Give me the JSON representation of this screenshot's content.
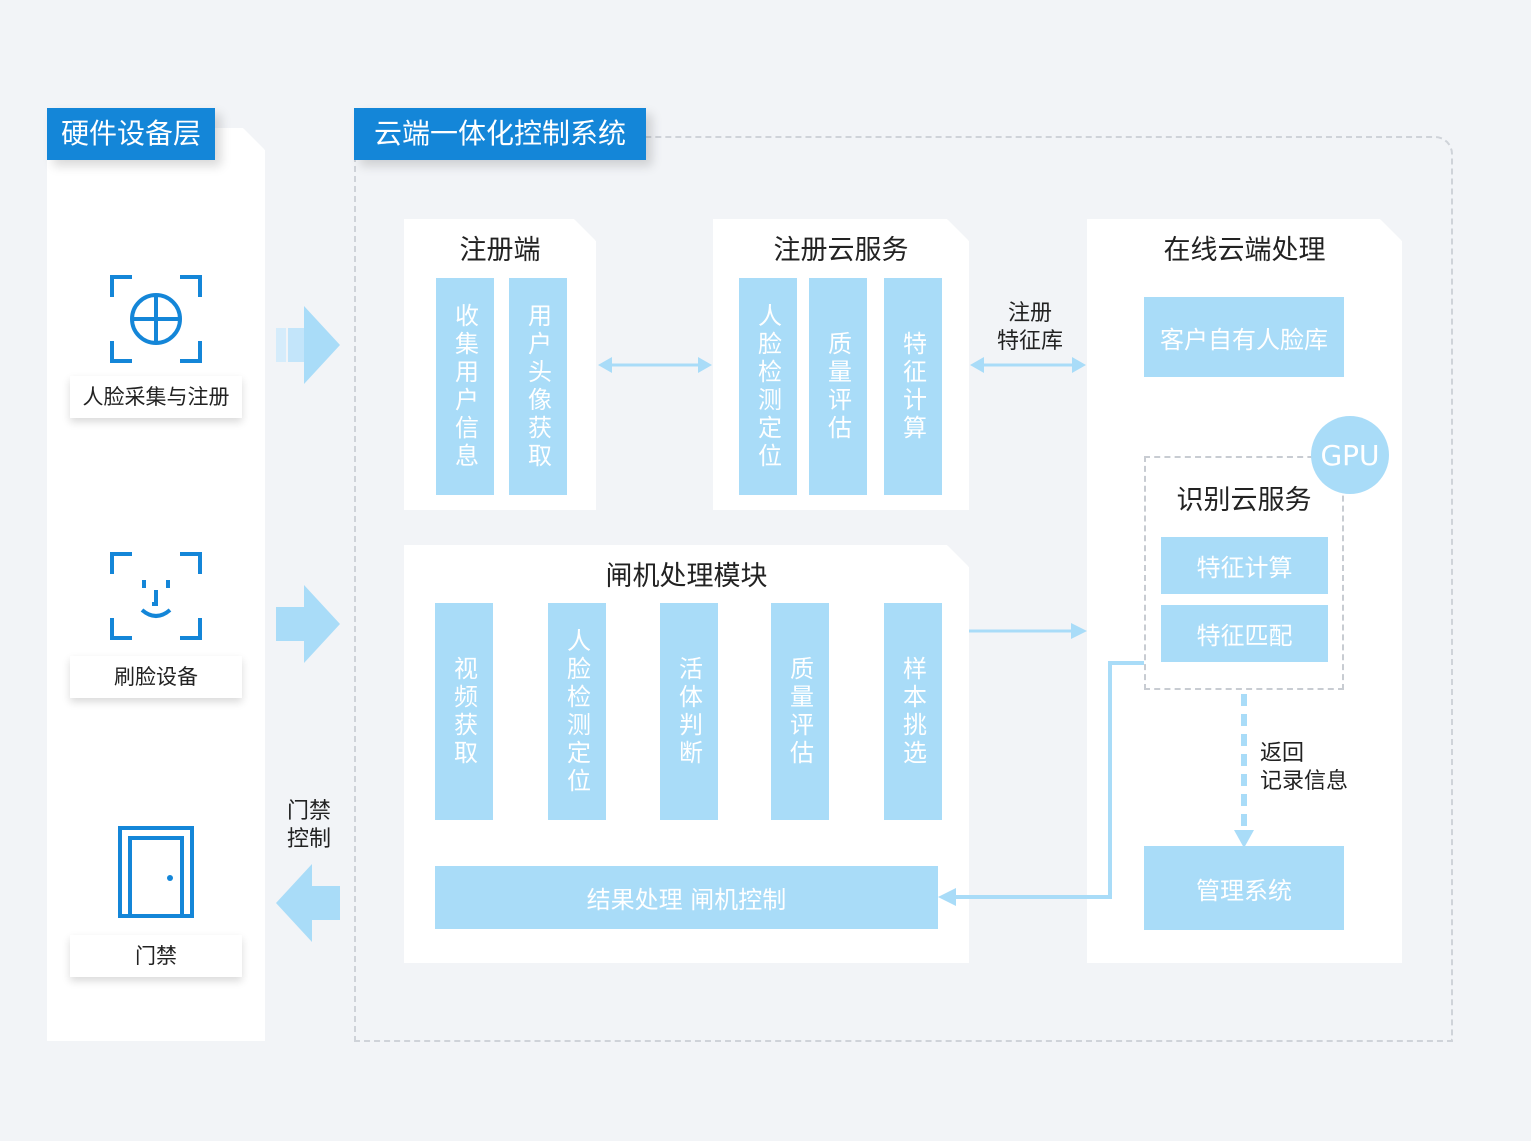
{
  "hardware": {
    "title": "硬件设备层",
    "devices": [
      {
        "label": "人脸采集与注册",
        "icon": "face-capture-icon"
      },
      {
        "label": "刷脸设备",
        "icon": "face-scan-icon"
      },
      {
        "label": "门禁",
        "icon": "door-icon"
      }
    ],
    "access_control_note": "门禁\n控制"
  },
  "cloud": {
    "title": "云端一体化控制系统",
    "register_client": {
      "title": "注册端",
      "columns": [
        "收集用户信息",
        "用户头像获取"
      ]
    },
    "register_service": {
      "title": "注册云服务",
      "columns": [
        "人脸检测定位",
        "质量评估",
        "特征计算"
      ]
    },
    "register_feature_note": "注册\n特征库",
    "online": {
      "title": "在线云端处理",
      "customer_db": "客户自有人脸库",
      "gpu": "GPU",
      "recognition": {
        "title": "识别云服务",
        "items": [
          "特征计算",
          "特征匹配"
        ]
      },
      "return_note": "返回\n记录信息",
      "management": "管理系统"
    },
    "gate": {
      "title": "闸机处理模块",
      "columns": [
        "视频获取",
        "人脸检测定位",
        "活体判断",
        "质量评估",
        "样本挑选"
      ],
      "result": "结果处理 闸机控制"
    }
  },
  "colors": {
    "accent": "#1486d8",
    "box": "#a9dcf8",
    "arrow": "#a9dcf8"
  }
}
